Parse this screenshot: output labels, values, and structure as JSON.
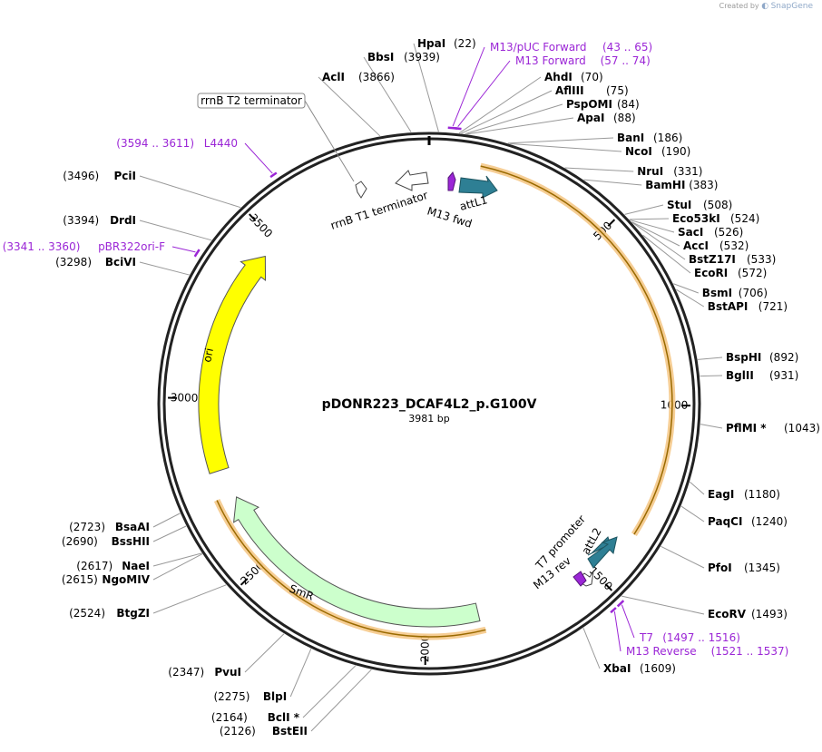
{
  "credit": {
    "created_by": "Created by",
    "brand": "SnapGene"
  },
  "plasmid": {
    "name": "pDONR223_DCAF4L2_p.G100V",
    "size_label": "3981 bp",
    "length": 3981
  },
  "colors": {
    "primer": "#9b26d6",
    "orf_band": "#f5c98a",
    "orf_line": "#9a6a00",
    "attl": "#2e7f94",
    "ori": "#ffff00",
    "smr": "#ccffcc"
  },
  "ticks": [
    {
      "pos": 500,
      "label": "500"
    },
    {
      "pos": 1000,
      "label": "1000"
    },
    {
      "pos": 1500,
      "label": "1500"
    },
    {
      "pos": 2000,
      "label": "2000"
    },
    {
      "pos": 2500,
      "label": "2500"
    },
    {
      "pos": 3000,
      "label": "3000"
    },
    {
      "pos": 3500,
      "label": "3500"
    }
  ],
  "sites": [
    {
      "name": "HpaI",
      "pos": "(22)",
      "bp": 22,
      "side": "L"
    },
    {
      "name": "BbsI",
      "pos": "(3939)",
      "bp": 3939,
      "side": "L"
    },
    {
      "name": "AclI",
      "pos": "(3866)",
      "bp": 3866,
      "side": "L"
    },
    {
      "name": "AhdI",
      "pos": "(70)",
      "bp": 70,
      "side": "R"
    },
    {
      "name": "AflIII",
      "pos": "(75)",
      "bp": 75,
      "side": "R"
    },
    {
      "name": "PspOMI",
      "pos": "(84)",
      "bp": 84,
      "side": "R"
    },
    {
      "name": "ApaI",
      "pos": "(88)",
      "bp": 88,
      "side": "R"
    },
    {
      "name": "BanI",
      "pos": "(186)",
      "bp": 186,
      "side": "R"
    },
    {
      "name": "NcoI",
      "pos": "(190)",
      "bp": 190,
      "side": "R"
    },
    {
      "name": "NruI",
      "pos": "(331)",
      "bp": 331,
      "side": "R"
    },
    {
      "name": "BamHI",
      "pos": "(383)",
      "bp": 383,
      "side": "R"
    },
    {
      "name": "StuI",
      "pos": "(508)",
      "bp": 508,
      "side": "R"
    },
    {
      "name": "Eco53kI",
      "pos": "(524)",
      "bp": 524,
      "side": "R"
    },
    {
      "name": "SacI",
      "pos": "(526)",
      "bp": 526,
      "side": "R"
    },
    {
      "name": "AccI",
      "pos": "(532)",
      "bp": 532,
      "side": "R"
    },
    {
      "name": "BstZ17I",
      "pos": "(533)",
      "bp": 533,
      "side": "R"
    },
    {
      "name": "EcoRI",
      "pos": "(572)",
      "bp": 572,
      "side": "R"
    },
    {
      "name": "BsmI",
      "pos": "(706)",
      "bp": 706,
      "side": "R"
    },
    {
      "name": "BstAPI",
      "pos": "(721)",
      "bp": 721,
      "side": "R"
    },
    {
      "name": "BspHI",
      "pos": "(892)",
      "bp": 892,
      "side": "R"
    },
    {
      "name": "BglII",
      "pos": "(931)",
      "bp": 931,
      "side": "R"
    },
    {
      "name": "PflMI *",
      "pos": "(1043)",
      "bp": 1043,
      "side": "R"
    },
    {
      "name": "EagI",
      "pos": "(1180)",
      "bp": 1180,
      "side": "R"
    },
    {
      "name": "PaqCI",
      "pos": "(1240)",
      "bp": 1240,
      "side": "R"
    },
    {
      "name": "PfoI",
      "pos": "(1345)",
      "bp": 1345,
      "side": "R"
    },
    {
      "name": "EcoRV",
      "pos": "(1493)",
      "bp": 1493,
      "side": "R"
    },
    {
      "name": "XbaI",
      "pos": "(1609)",
      "bp": 1609,
      "side": "R"
    },
    {
      "name": "BstEII",
      "pos": "(2126)",
      "bp": 2126,
      "side": "L"
    },
    {
      "name": "BclI *",
      "pos": "(2164)",
      "bp": 2164,
      "side": "L"
    },
    {
      "name": "BlpI",
      "pos": "(2275)",
      "bp": 2275,
      "side": "L"
    },
    {
      "name": "PvuI",
      "pos": "(2347)",
      "bp": 2347,
      "side": "L"
    },
    {
      "name": "BtgZI",
      "pos": "(2524)",
      "bp": 2524,
      "side": "L"
    },
    {
      "name": "NgoMIV",
      "pos": "(2615)",
      "bp": 2615,
      "side": "L"
    },
    {
      "name": "NaeI",
      "pos": "(2617)",
      "bp": 2617,
      "side": "L"
    },
    {
      "name": "BssHII",
      "pos": "(2690)",
      "bp": 2690,
      "side": "L"
    },
    {
      "name": "BsaAI",
      "pos": "(2723)",
      "bp": 2723,
      "side": "L"
    },
    {
      "name": "BciVI",
      "pos": "(3298)",
      "bp": 3298,
      "side": "L"
    },
    {
      "name": "DrdI",
      "pos": "(3394)",
      "bp": 3394,
      "side": "L"
    },
    {
      "name": "PciI",
      "pos": "(3496)",
      "bp": 3496,
      "side": "L"
    }
  ],
  "primers": [
    {
      "name": "M13/pUC Forward",
      "range": "(43 .. 65)",
      "start": 43,
      "end": 65,
      "side": "R"
    },
    {
      "name": "M13 Forward",
      "range": "(57 .. 74)",
      "start": 57,
      "end": 74,
      "side": "R"
    },
    {
      "name": "T7",
      "range": "(1497 .. 1516)",
      "start": 1497,
      "end": 1516,
      "side": "R"
    },
    {
      "name": "M13 Reverse",
      "range": "(1521 .. 1537)",
      "start": 1521,
      "end": 1537,
      "side": "R"
    },
    {
      "name": "L4440",
      "range": "(3594 .. 3611)",
      "start": 3594,
      "end": 3611,
      "side": "L"
    },
    {
      "name": "pBR322ori-F",
      "range": "(3341 .. 3360)",
      "start": 3341,
      "end": 3360,
      "side": "L"
    }
  ],
  "features": {
    "rrnb_t2": "rrnB T2 terminator",
    "rrnb_t1": "rrnB T1 terminator",
    "m13_fwd": "M13 fwd",
    "attl1": "attL1",
    "attl2": "attL2",
    "t7_promoter": "T7 promoter",
    "m13_rev": "M13 rev",
    "ori": "ori",
    "smr": "SmR"
  }
}
